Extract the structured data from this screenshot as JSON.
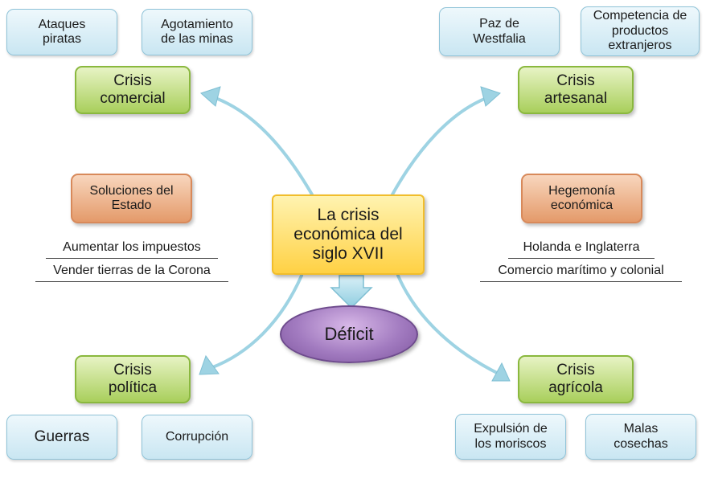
{
  "center": "La crisis\neconómica del\nsiglo XVII",
  "deficit": "Déficit",
  "left_top": {
    "causes": [
      "Ataques\npiratas",
      "Agotamiento\nde las minas"
    ],
    "crisis": "Crisis\ncomercial"
  },
  "right_top": {
    "causes": [
      "Paz de\nWestfalia",
      "Competencia de\nproductos\nextranjeros"
    ],
    "crisis": "Crisis\nartesanal"
  },
  "left_middle": {
    "heading": "Soluciones del\nEstado",
    "items": [
      "Aumentar los impuestos",
      "Vender tierras de la Corona"
    ]
  },
  "right_middle": {
    "heading": "Hegemonía\neconómica",
    "items": [
      "Holanda e Inglaterra",
      "Comercio marítimo y colonial"
    ]
  },
  "left_bottom": {
    "crisis": "Crisis\npolítica",
    "causes": [
      "Guerras",
      "Corrupción"
    ]
  },
  "right_bottom": {
    "crisis": "Crisis\nagrícola",
    "causes": [
      "Expulsión de\nlos moriscos",
      "Malas\ncosechas"
    ]
  },
  "colors": {
    "blue_box": "#c9e6f2",
    "green_box": "#a9cf5c",
    "orange_box": "#e49a6a",
    "center_box": "#ffd144",
    "deficit_ellipse": "#a27bc0",
    "arrow": "#9ed3e3"
  }
}
